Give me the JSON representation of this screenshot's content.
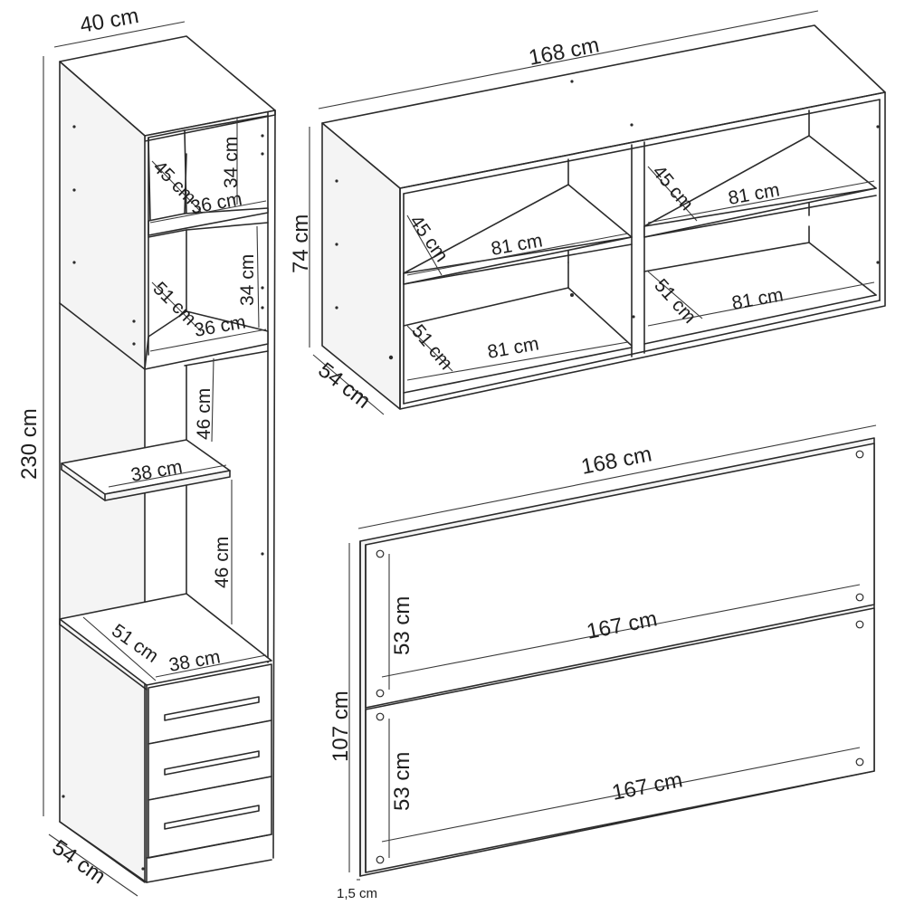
{
  "tower": {
    "width": "40 cm",
    "height": "230 cm",
    "depth": "54 cm",
    "niche1": {
      "height": "34 cm",
      "depth": "45 cm",
      "width": "36 cm"
    },
    "niche2": {
      "height": "34 cm",
      "depth": "51 cm",
      "width": "36 cm"
    },
    "open_upper_height": "46 cm",
    "shelf_width": "38 cm",
    "open_lower_height": "46 cm",
    "base": {
      "depth": "51 cm",
      "width": "38 cm"
    }
  },
  "wall_cabinet": {
    "width": "168 cm",
    "height": "74 cm",
    "depth": "54 cm",
    "upper_left": {
      "depth": "45 cm",
      "width": "81 cm"
    },
    "upper_right": {
      "depth": "45 cm",
      "width": "81 cm"
    },
    "lower_left": {
      "depth": "51 cm",
      "width": "81 cm"
    },
    "lower_right": {
      "depth": "51 cm",
      "width": "81 cm"
    }
  },
  "headboard": {
    "width": "168 cm",
    "height": "107 cm",
    "thickness": "1,5 cm",
    "panel_top": {
      "height": "53 cm",
      "width": "167 cm"
    },
    "panel_bottom": {
      "height": "53 cm",
      "width": "167 cm"
    }
  },
  "icons": [
    "drawer-handle-icon",
    "mounting-hole-icon"
  ],
  "colors": {
    "line": "#2b2b2b",
    "background": "#ffffff"
  }
}
